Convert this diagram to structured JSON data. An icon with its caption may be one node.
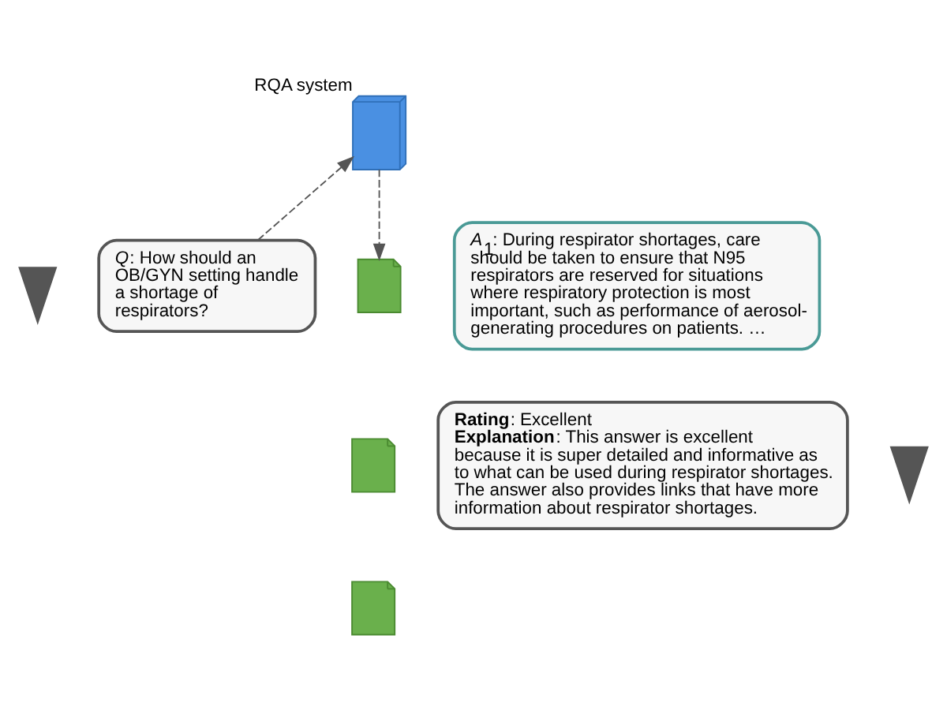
{
  "diagram": {
    "nodes": [
      {
        "text": [],
        "shape": "picture",
        "beside": [
          "RQA system"
        ]
      },
      {
        "text": [],
        "shape": "person"
      },
      {
        "text": [
          "*Q*: How should an OB/GYN setting handle a shortage of respirators?"
        ]
      },
      {
        "text": [],
        "shape": "document"
      },
      {
        "text": [],
        "shape": "document"
      },
      {
        "text": [],
        "shape": "document"
      },
      {
        "text": [
          "*A*$_{1}$: During respirator shortages, care should be taken to ensure that N95 respirators are reserved for situations where respiratory protection is most important, such as performance of aerosol-generating procedures on patients. …"
        ]
      },
      {
        "text": [
          "**Rating**: Excellent",
          "**Explanation**: This answer is excellent because it is super detailed and informative as to what can be used during respirator shortages. The answer also provides links that have more information about respirator shortages."
        ]
      },
      {
        "text": [],
        "shape": "person"
      }
    ],
    "edges": [
      {
        "from": 2,
        "to": 0,
        "arrow": "to",
        "style": "dashed"
      },
      {
        "from": 0,
        "to": 3,
        "arrow": "to",
        "style": "dashed"
      }
    ]
  }
}
